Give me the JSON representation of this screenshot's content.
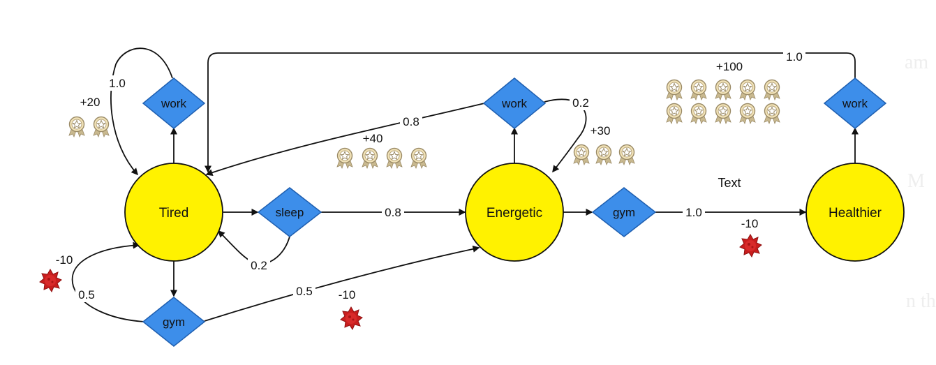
{
  "colors": {
    "state_fill": "#FFF200",
    "action_fill": "#3D8EEA",
    "action_stroke": "#1F5FB0",
    "edge": "#111111",
    "badge_fill": "#F2E3B8",
    "badge_stroke": "#9A8A66",
    "penalty": "#C81E1E"
  },
  "states": {
    "tired": "Tired",
    "energetic": "Energetic",
    "healthier": "Healthier"
  },
  "actions": {
    "tired_work": "work",
    "tired_sleep": "sleep",
    "tired_gym": "gym",
    "energetic_work": "work",
    "energetic_gym": "gym",
    "healthier_work": "work"
  },
  "probabilities": {
    "tired_work_self": "1.0",
    "sleep_to_energetic": "0.8",
    "sleep_to_tired": "0.2",
    "gym_to_tired": "0.5",
    "gym_to_energetic": "0.5",
    "energetic_work_to_tired": "0.8",
    "energetic_work_self": "0.2",
    "energetic_gym_to_healthier": "1.0",
    "healthier_work_to_tired": "1.0"
  },
  "rewards": {
    "tired_work": "+20",
    "sleep": "+40",
    "energetic_work": "+30",
    "healthier_work": "+100",
    "tired_gym_self": "-10",
    "tired_gym": "-10",
    "energetic_gym": "-10"
  },
  "free_text": "Text",
  "icons": {
    "reward": "medal-icon",
    "penalty": "virus-icon"
  }
}
